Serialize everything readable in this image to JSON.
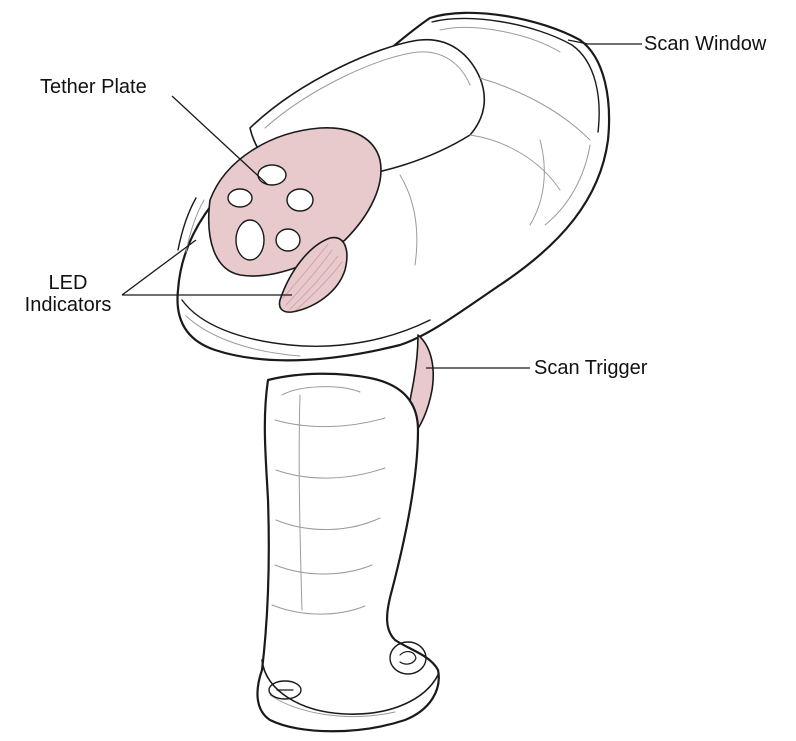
{
  "labels": {
    "scan_window": "Scan Window",
    "tether_plate": "Tether Plate",
    "led_line1": "LED",
    "led_line2": "Indicators",
    "scan_trigger": "Scan Trigger"
  },
  "colors": {
    "accent_pink": "#e8c9cc",
    "body_fill": "#ffffff",
    "outline": "#1a1a1a",
    "detail_line": "#9a9a9a"
  }
}
